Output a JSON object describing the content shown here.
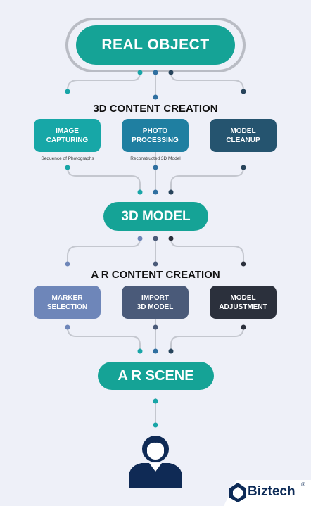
{
  "nodes": {
    "real_object": "REAL OBJECT",
    "model_3d": "3D MODEL",
    "ar_scene": "A R SCENE"
  },
  "sections": {
    "content_creation_3d": {
      "title": "3D CONTENT CREATION",
      "steps": [
        {
          "line1": "IMAGE",
          "line2": "CAPTURING",
          "caption": "Sequence of Photographs",
          "color": "#17a7a7"
        },
        {
          "line1": "PHOTO",
          "line2": "PROCESSING",
          "caption": "Reconstructed 3D Model",
          "color": "#1f7fa1"
        },
        {
          "line1": "MODEL",
          "line2": "CLEANUP",
          "caption": "",
          "color": "#25546f"
        }
      ]
    },
    "content_creation_ar": {
      "title": "A R CONTENT CREATION",
      "steps": [
        {
          "line1": "MARKER",
          "line2": "SELECTION",
          "color": "#6e86b9"
        },
        {
          "line1": "IMPORT",
          "line2": "3D MODEL",
          "color": "#4a5a79"
        },
        {
          "line1": "MODEL",
          "line2": "ADJUSTMENT",
          "color": "#2b303c"
        }
      ]
    }
  },
  "logo": {
    "name": "Biztech",
    "reg": "®"
  },
  "colors": {
    "teal": "#15a396",
    "connector": "#c4c7cf",
    "dot_teal": "#18a5a7",
    "dot_blue": "#2f6fa0",
    "dot_dark": "#27445b",
    "user": "#0f2a55"
  }
}
